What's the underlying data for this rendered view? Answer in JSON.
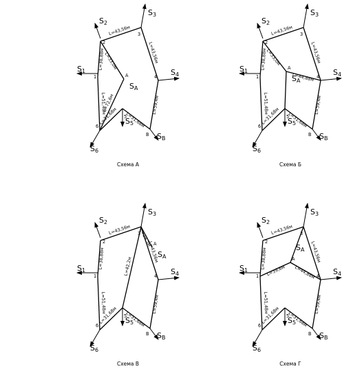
{
  "schemes": [
    {
      "caption": "Схема А",
      "nodes": [
        "1",
        "2",
        "3",
        "4",
        "5",
        "6",
        "A",
        "B"
      ],
      "sources": [
        "S1",
        "S2",
        "S3",
        "S4",
        "SA",
        "S5",
        "S6",
        "SB"
      ],
      "lengths": [
        "L=38,88м",
        "L=43,56м",
        "L=43,56м",
        "L=59,4м",
        "L=31,68м",
        "L=31,68м",
        "L=51,48м",
        "L=33,0м",
        "L=72,6м"
      ]
    },
    {
      "caption": "Схема Б",
      "nodes": [
        "1",
        "2",
        "3",
        "4",
        "5",
        "6",
        "A",
        "B"
      ],
      "sources": [
        "S1",
        "S2",
        "S3",
        "S4",
        "SA",
        "S5",
        "S6",
        "SB"
      ],
      "lengths": [
        "L=38,88м",
        "L=43,56м",
        "L=43,56м",
        "L=59,4м",
        "L=31,68м",
        "L=31,68м",
        "L=51,48м",
        "L=33,0м",
        "L=44,88м"
      ]
    },
    {
      "caption": "Схема В",
      "nodes": [
        "1",
        "2",
        "3",
        "4",
        "5",
        "6",
        "A",
        "B"
      ],
      "sources": [
        "S1",
        "S2",
        "S3",
        "S4",
        "SA",
        "S5",
        "S6",
        "SB"
      ],
      "lengths": [
        "L=38,88м",
        "L=43,56м",
        "L=43,56м",
        "L=59,4м",
        "L=31,68м",
        "L=31,68м",
        "L=51,48м",
        "L=29,5м",
        "L=42,2м"
      ]
    },
    {
      "caption": "Схема Г",
      "nodes": [
        "1",
        "2",
        "3",
        "4",
        "5",
        "6",
        "A",
        "B"
      ],
      "sources": [
        "S1",
        "S2",
        "S3",
        "S4",
        "SA",
        "S5",
        "S6",
        "SB"
      ],
      "lengths": [
        "L=38,88м",
        "L=43,56м",
        "L=43,56м",
        "L=59,4м",
        "L=31,68м",
        "L=31,68м",
        "L=51,48м",
        "L=39,6м",
        "L=44,88м"
      ]
    }
  ]
}
